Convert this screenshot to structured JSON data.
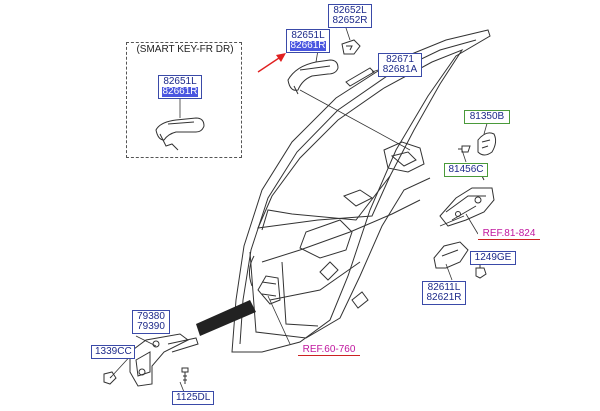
{
  "smart_key_box": {
    "title": "(SMART KEY-FR DR)"
  },
  "labels": {
    "p82652": {
      "line1": "82652L",
      "line2": "82652R"
    },
    "p82651_main": {
      "line1": "82651L",
      "line2": "82661R"
    },
    "p82651_smart": {
      "line1": "82651L",
      "line2": "82661R"
    },
    "p82671": {
      "line1": "82671",
      "line2": "82681A"
    },
    "p81350": {
      "line1": "81350B"
    },
    "p81456": {
      "line1": "81456C"
    },
    "ref81": {
      "line1": "REF.81-824"
    },
    "p1249": {
      "line1": "1249GE"
    },
    "p82611": {
      "line1": "82611L",
      "line2": "82621R"
    },
    "p79380": {
      "line1": "79380",
      "line2": "79390"
    },
    "p1339": {
      "line1": "1339CC"
    },
    "ref60": {
      "line1": "REF.60-760"
    },
    "p1125": {
      "line1": "1125DL"
    }
  },
  "colors": {
    "label_text": "#1d2a8a",
    "label_border": "#3a4aa8",
    "highlight": "#4a56e0",
    "ref_text": "#c0169e",
    "arrow": "#e02020",
    "line": "#333333"
  }
}
